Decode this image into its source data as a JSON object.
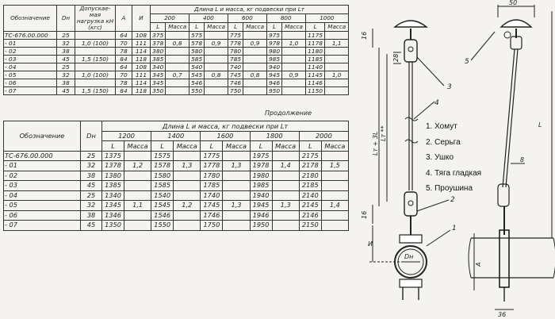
{
  "table1": {
    "h_designation": "Обозначение",
    "h_dn": "Dн",
    "h_load": "Допускае-мая нагрузка кН (кгс)",
    "h_a": "А",
    "h_h": "И",
    "h_group": "Длина L и масса, кг подвески при Lт",
    "lengths": [
      "200",
      "400",
      "600",
      "800",
      "1000"
    ],
    "sub_l": "L",
    "sub_m": "Масса",
    "rows": [
      [
        "ТС-676.00.000",
        "25",
        "",
        "64",
        "108",
        "375",
        "",
        "575",
        "",
        "775",
        "",
        "975",
        "",
        "1175",
        ""
      ],
      [
        "- 01",
        "32",
        "1,0 (100)",
        "70",
        "111",
        "378",
        "0,8",
        "578",
        "0,9",
        "778",
        "0,9",
        "978",
        "1,0",
        "1178",
        "1,1"
      ],
      [
        "- 02",
        "38",
        "",
        "78",
        "114",
        "380",
        "",
        "580",
        "",
        "780",
        "",
        "980",
        "",
        "1180",
        ""
      ],
      [
        "- 03",
        "45",
        "1,5 (150)",
        "84",
        "118",
        "385",
        "",
        "585",
        "",
        "785",
        "",
        "985",
        "",
        "1185",
        ""
      ],
      [
        "- 04",
        "25",
        "",
        "64",
        "108",
        "340",
        "",
        "540",
        "",
        "740",
        "",
        "940",
        "",
        "1140",
        ""
      ],
      [
        "- 05",
        "32",
        "1,0 (100)",
        "70",
        "111",
        "345",
        "0,7",
        "545",
        "0,8",
        "745",
        "0,8",
        "945",
        "0,9",
        "1145",
        "1,0"
      ],
      [
        "- 06",
        "38",
        "",
        "78",
        "114",
        "345",
        "",
        "546",
        "",
        "746",
        "",
        "946",
        "",
        "1146",
        ""
      ],
      [
        "- 07",
        "45",
        "1,5 (150)",
        "84",
        "118",
        "350",
        "",
        "550",
        "",
        "750",
        "",
        "950",
        "",
        "1150",
        ""
      ]
    ]
  },
  "continuation_label": "Продолжение",
  "table2": {
    "h_designation": "Обозначение",
    "h_dn": "Dн",
    "h_group": "Длина L и масса, кг подвески при Lт",
    "lengths": [
      "1200",
      "1400",
      "1600",
      "1800",
      "2000"
    ],
    "sub_l": "L",
    "sub_m": "Масса",
    "rows": [
      [
        "ТС-676.00.000",
        "25",
        "1375",
        "",
        "1575",
        "",
        "1775",
        "",
        "1975",
        "",
        "2175",
        ""
      ],
      [
        "- 01",
        "32",
        "1378",
        "1,2",
        "1578",
        "1,3",
        "1778",
        "1,3",
        "1978",
        "1,4",
        "2178",
        "1,5"
      ],
      [
        "- 02",
        "38",
        "1380",
        "",
        "1580",
        "",
        "1780",
        "",
        "1980",
        "",
        "2180",
        ""
      ],
      [
        "- 03",
        "45",
        "1385",
        "",
        "1585",
        "",
        "1785",
        "",
        "1985",
        "",
        "2185",
        ""
      ],
      [
        "- 04",
        "25",
        "1340",
        "",
        "1540",
        "",
        "1740",
        "",
        "1940",
        "",
        "2140",
        ""
      ],
      [
        "- 05",
        "32",
        "1345",
        "1,1",
        "1545",
        "1,2",
        "1745",
        "1,3",
        "1945",
        "1,3",
        "2145",
        "1,4"
      ],
      [
        "- 06",
        "38",
        "1346",
        "",
        "1546",
        "",
        "1746",
        "",
        "1946",
        "",
        "2146",
        ""
      ],
      [
        "- 07",
        "45",
        "1350",
        "",
        "1550",
        "",
        "1750",
        "",
        "1950",
        "",
        "2150",
        ""
      ]
    ]
  },
  "legend": [
    "1. Хомут",
    "2. Серьга",
    "3. Ушко",
    "4. Тяга гладкая",
    "5. Проушина"
  ],
  "drawing": {
    "dim_50": "50",
    "dim_16_top": "16",
    "dim_28": "28",
    "dim_lt_l": "Lт + 3L",
    "dim_lt": "Lт **",
    "dim_16_bot": "16",
    "dim_h": "И",
    "dim_l": "L",
    "dim_8": "8",
    "dim_a": "А",
    "dim_36": "36",
    "dn_label": "Dн",
    "callouts": [
      "5",
      "3",
      "4",
      "2",
      "1"
    ]
  }
}
